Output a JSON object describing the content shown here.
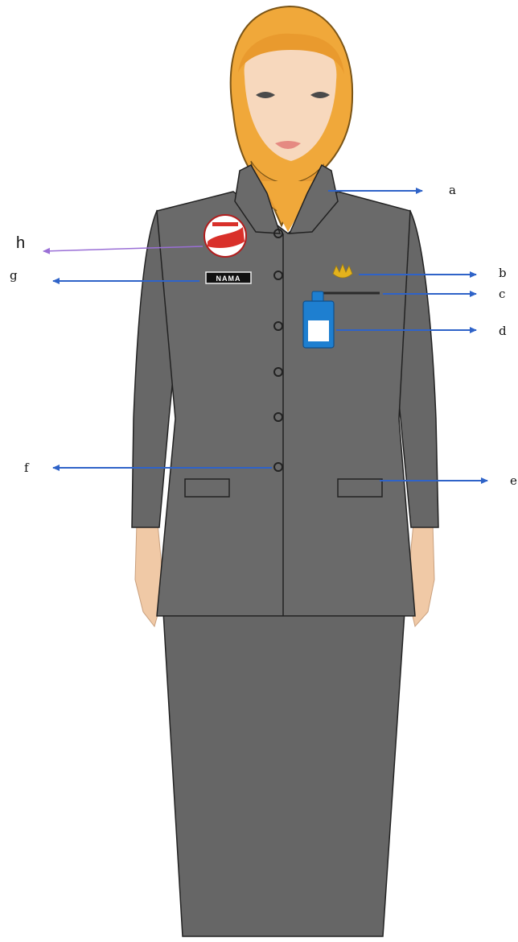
{
  "name_tag": {
    "text": "NAMA"
  },
  "labels": {
    "a": "a",
    "b": "b",
    "c": "c",
    "d": "d",
    "e": "e",
    "f": "f",
    "g": "g",
    "h": "h"
  },
  "colors": {
    "arrow": "#2f63c8",
    "arrow_h": "#9a6fd6",
    "hijab": "#f0a83a",
    "jacket": "#676767",
    "skin": "#f2cfb0",
    "badge_red": "#d9302a",
    "id_card": "#1e7fd0",
    "emblem": "#e3b21c"
  }
}
